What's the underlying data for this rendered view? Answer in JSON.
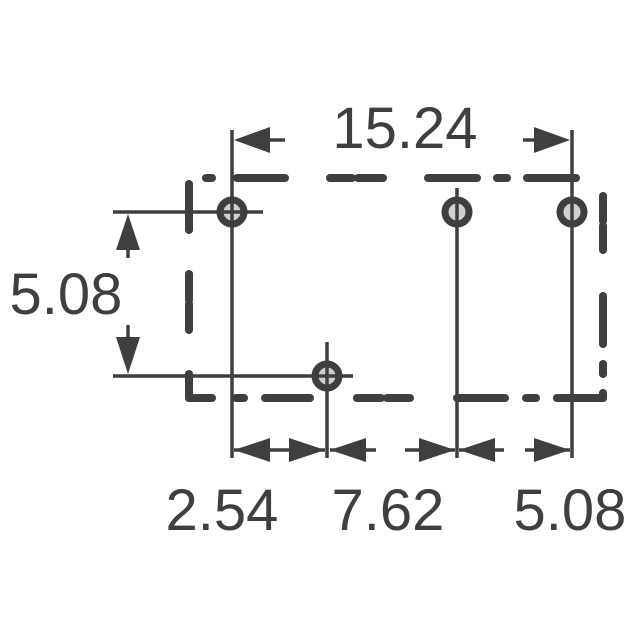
{
  "diagram": {
    "type": "pcb-footprint",
    "units": "mm",
    "colors": {
      "line": "#3f3f41",
      "pin_fill": "#d0d0d2",
      "background": "#ffffff"
    },
    "dimensions": {
      "overall_width": "15.24",
      "vertical_pitch": "5.08",
      "pitch_1": "2.54",
      "pitch_2": "7.62",
      "pitch_3": "5.08"
    },
    "pins": [
      {
        "id": "pin-1",
        "position": "top-left",
        "marker": "crosshair"
      },
      {
        "id": "pin-2",
        "position": "top-middle",
        "marker": "vertical"
      },
      {
        "id": "pin-3",
        "position": "top-right",
        "marker": "vertical"
      },
      {
        "id": "pin-4",
        "position": "bottom-left",
        "marker": "crosshair"
      }
    ]
  }
}
